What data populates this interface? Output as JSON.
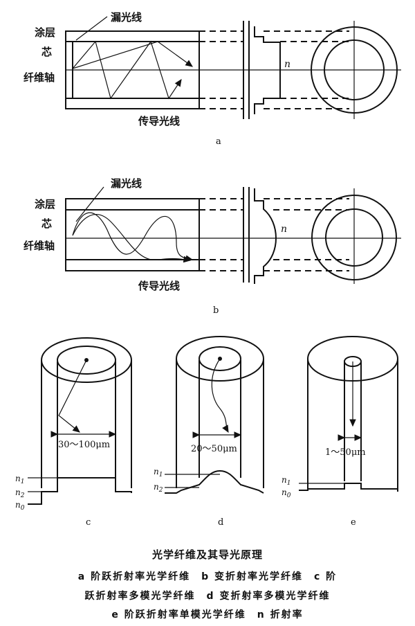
{
  "fig_a": {
    "leak_label": "漏光线",
    "cladding_label": "涂层",
    "core_label": "芯",
    "axis_label": "纤维轴",
    "guided_label": "传导光线",
    "n_label": "n",
    "sub_label": "a"
  },
  "fig_b": {
    "leak_label": "漏光线",
    "cladding_label": "涂层",
    "core_label": "芯",
    "axis_label": "纤维轴",
    "guided_label": "传导光线",
    "n_label": "n",
    "sub_label": "b"
  },
  "fig_c": {
    "size_label": "30～100μm",
    "n1": "n",
    "n1_sub": "1",
    "n2": "n",
    "n2_sub": "2",
    "n0": "n",
    "n0_sub": "0",
    "sub_label": "c"
  },
  "fig_d": {
    "size_label": "20～50μm",
    "n1": "n",
    "n1_sub": "1",
    "n2": "n",
    "n2_sub": "2",
    "sub_label": "d"
  },
  "fig_e": {
    "size_label": "1～50μm",
    "n1": "n",
    "n1_sub": "1",
    "n0": "n",
    "n0_sub": "0",
    "sub_label": "e"
  },
  "caption": {
    "title": "光学纤维及其导光原理",
    "line1": "a 阶跃折射率光学纤维　b 变折射率光学纤维　c 阶",
    "line2": "跃折射率多模光学纤维　d 变折射率多模光学纤维",
    "line3": "e 阶跃折射率单模光学纤维　n 折射率"
  }
}
